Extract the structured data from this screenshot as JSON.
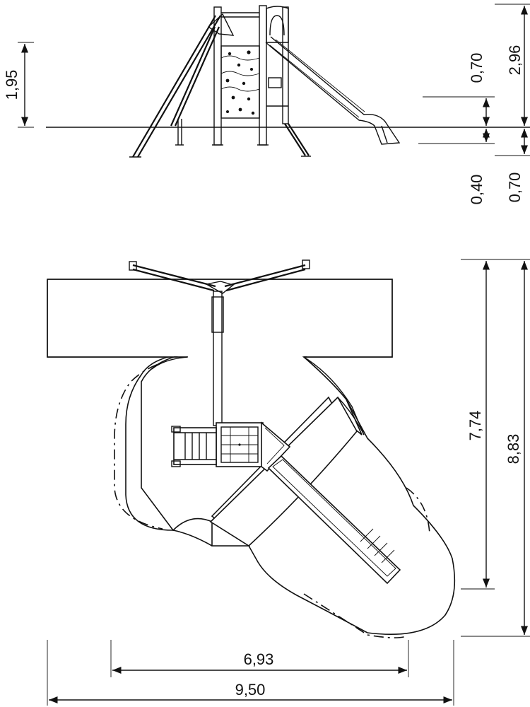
{
  "elevation_dimensions": {
    "fall_height": "1,95",
    "overall_height": "2,96",
    "platform_offset": "0,70",
    "depth_foundation": "0,40",
    "depth_lower": "0,70"
  },
  "plan_dimensions": {
    "inner_width": "6,93",
    "overall_width": "9,50",
    "inner_length": "7,74",
    "overall_length": "8,83"
  }
}
